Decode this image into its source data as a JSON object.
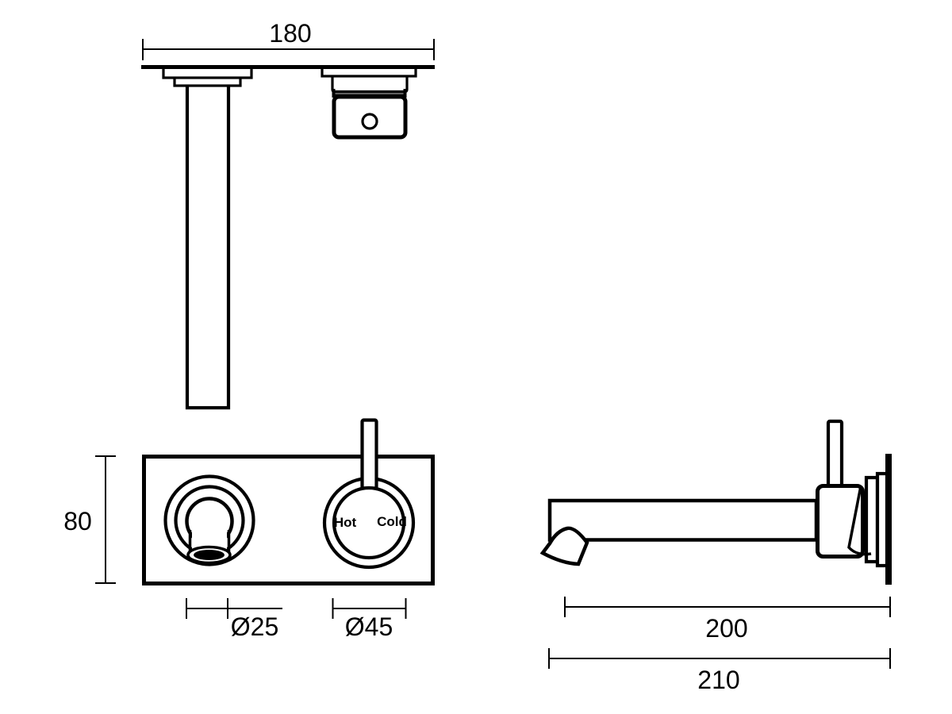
{
  "drawing": {
    "type": "technical-drawing",
    "subject": "wall-mounted basin mixer tap, three orthographic views",
    "colors": {
      "line": "#000000",
      "background": "#ffffff",
      "outlet_fill": "#000000"
    }
  },
  "views": {
    "top": {
      "width_dim": "180"
    },
    "front": {
      "height_dim": "80",
      "spout_dim": "Ø25",
      "handle_dim": "Ø45",
      "hot_label": "Hot",
      "cold_label": "Cold"
    },
    "side": {
      "reach_dim": "200",
      "depth_dim": "210"
    }
  }
}
